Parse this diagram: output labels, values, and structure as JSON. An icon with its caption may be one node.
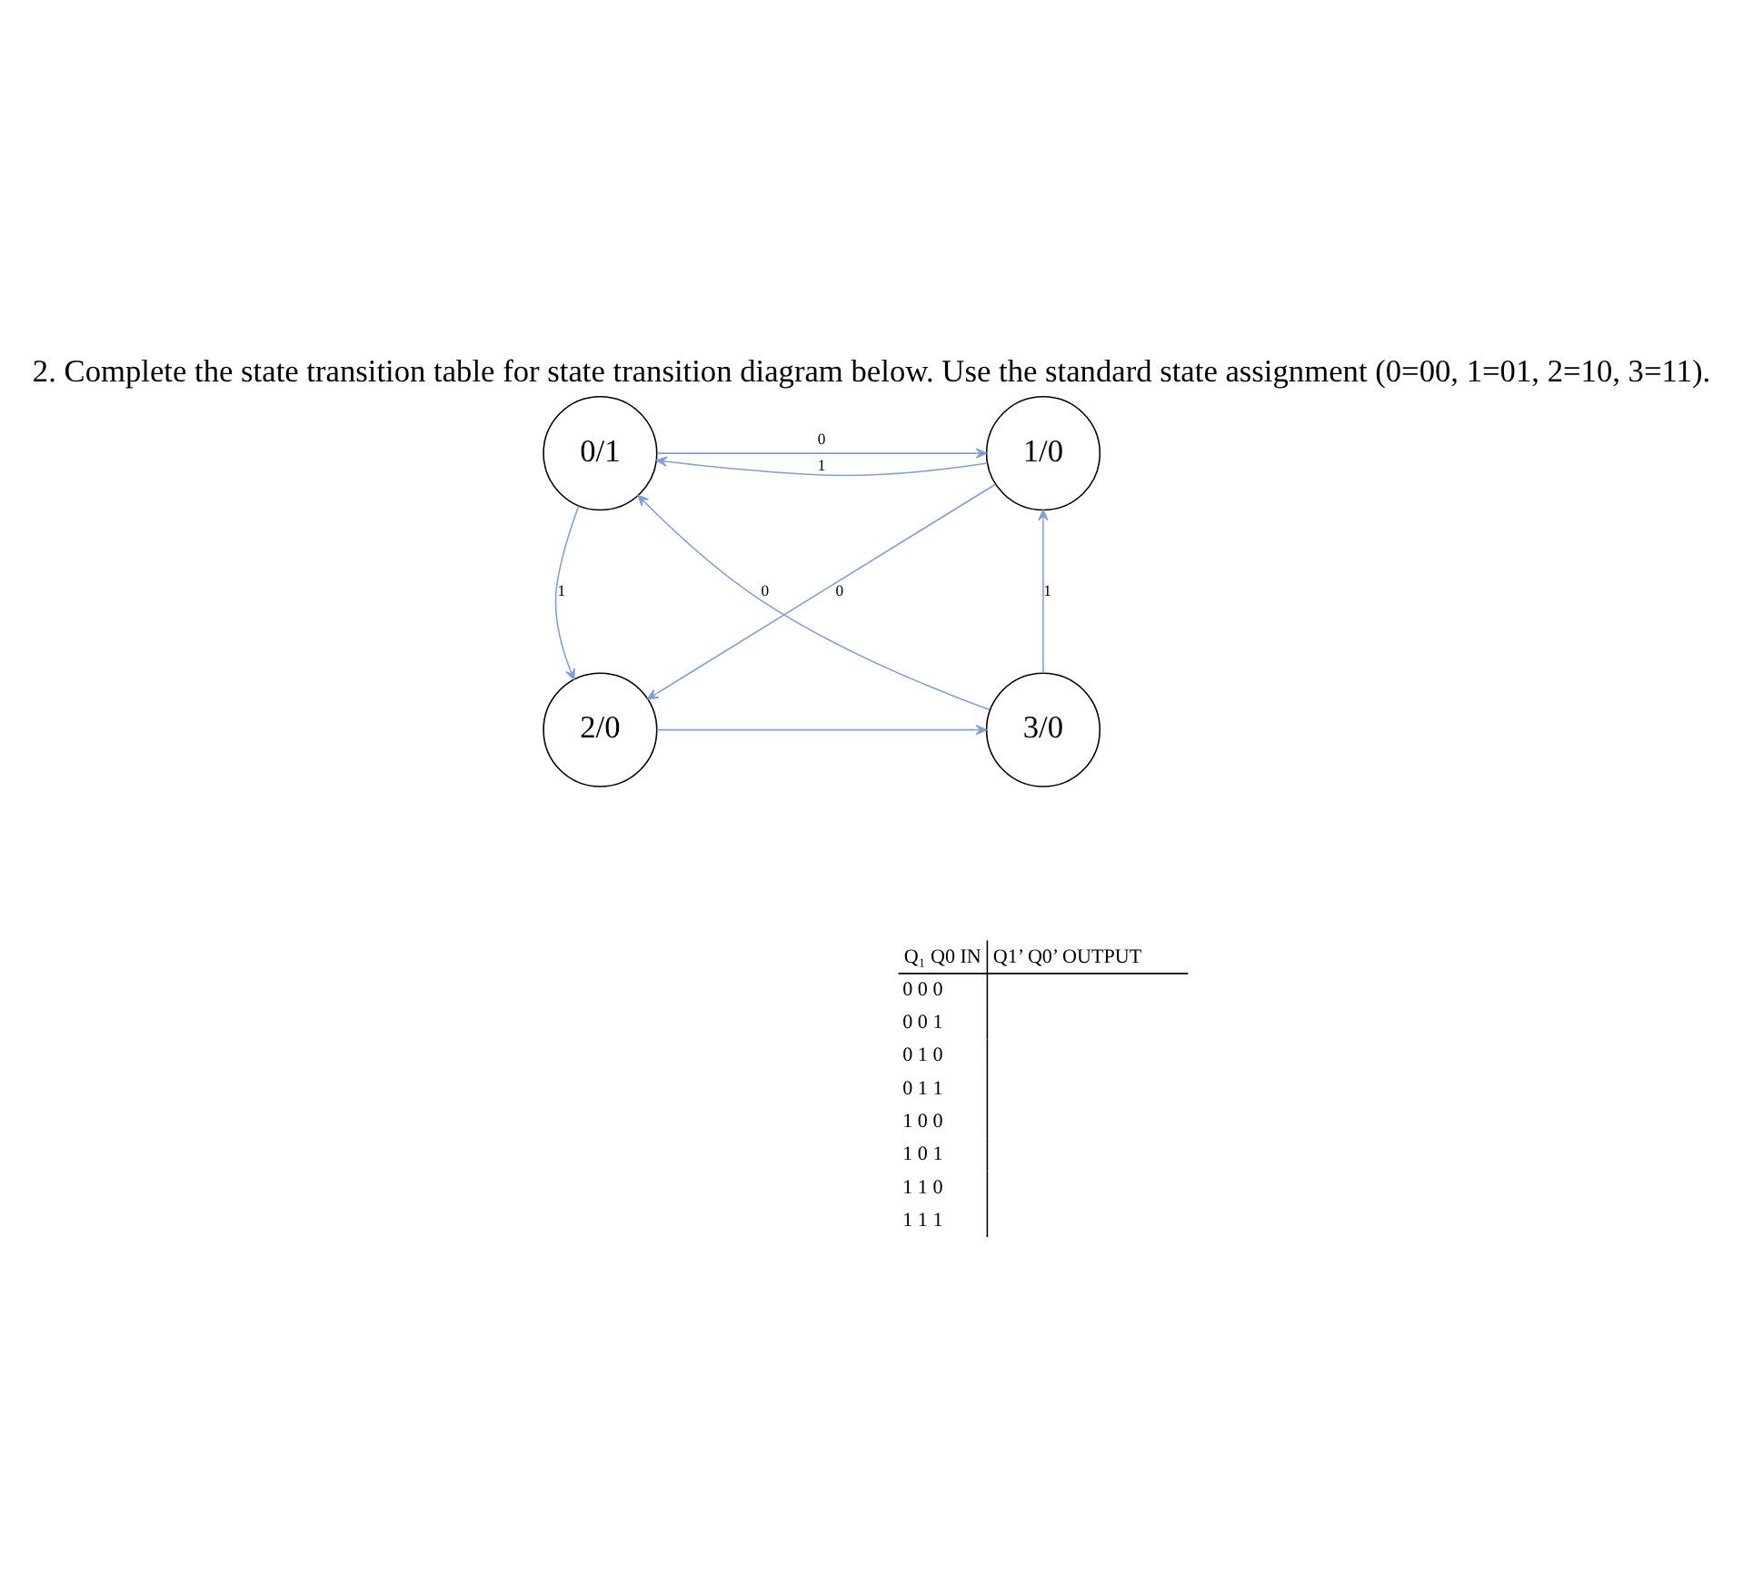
{
  "diagram": {
    "title": "2. Complete the state transition table for state transition diagram below. Use the standard state assignment (0=00, 1=01, 2=10, 3=11).",
    "nodes": [
      {
        "text": [
          "0/1"
        ]
      },
      {
        "text": [
          "1/0"
        ]
      },
      {
        "text": [
          "3/0"
        ]
      },
      {
        "text": [
          "2/0"
        ]
      }
    ],
    "edges": [
      {
        "from": 0,
        "to": 1,
        "arrow": "to",
        "label": "0"
      },
      {
        "from": 1,
        "to": 0,
        "arrow": "to",
        "label": "1"
      },
      {
        "from": 0,
        "to": 3,
        "arrow": "to",
        "label": "1"
      },
      {
        "from": 2,
        "to": 1,
        "arrow": "to",
        "label": "1"
      },
      {
        "from": 1,
        "to": 3,
        "arrow": "to",
        "label": "0"
      },
      {
        "from": 2,
        "to": 0,
        "arrow": "to",
        "label": "0"
      },
      {
        "from": 3,
        "to": 2,
        "arrow": "to"
      }
    ],
    "labels": [
      "Q₁ Q0 IN",
      "Q1’ Q0’ OUTPUT",
      "0 0 0",
      "0 0 1",
      "0 1 0",
      "0 1 1",
      "1 0 0",
      "1 0 1",
      "1 1 0",
      "1 1 1"
    ]
  }
}
